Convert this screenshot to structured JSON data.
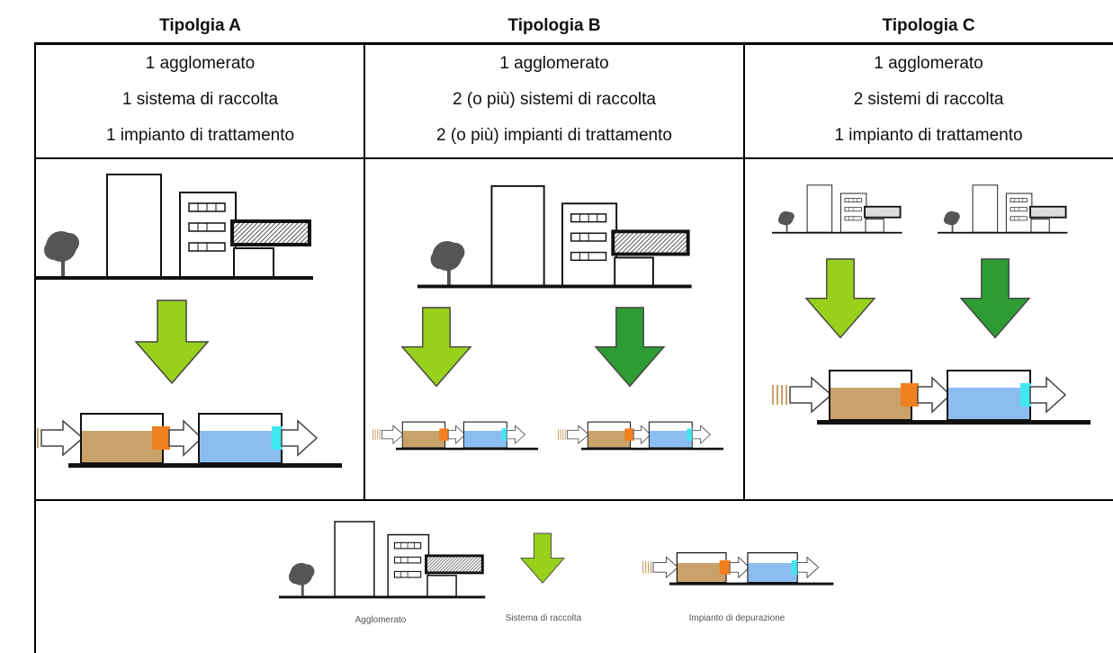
{
  "columns": [
    {
      "title": "Tipolgia A",
      "lines": [
        "1 agglomerato",
        "1 sistema di raccolta",
        "1 impianto di trattamento"
      ]
    },
    {
      "title": "Tipologia B",
      "lines": [
        "1 agglomerato",
        "2 (o più) sistemi di raccolta",
        "2 (o più) impianti di trattamento"
      ]
    },
    {
      "title": "Tipologia C",
      "lines": [
        "1 agglomerato",
        "2 sistemi di raccolta",
        "1 impianto di trattamento"
      ]
    }
  ],
  "legend": {
    "agglomerato": "Agglomerato",
    "sistema": "Sistema di raccolta",
    "impianto": "Impianto di depurazione"
  },
  "colors": {
    "arrow_light": "#99d01c",
    "arrow_dark": "#2e9b35",
    "tank_brown": "#c9a26a",
    "tank_blue": "#8cbdf2",
    "valve_orange": "#f08020",
    "valve_cyan": "#40e8f0",
    "tree": "#555555"
  }
}
